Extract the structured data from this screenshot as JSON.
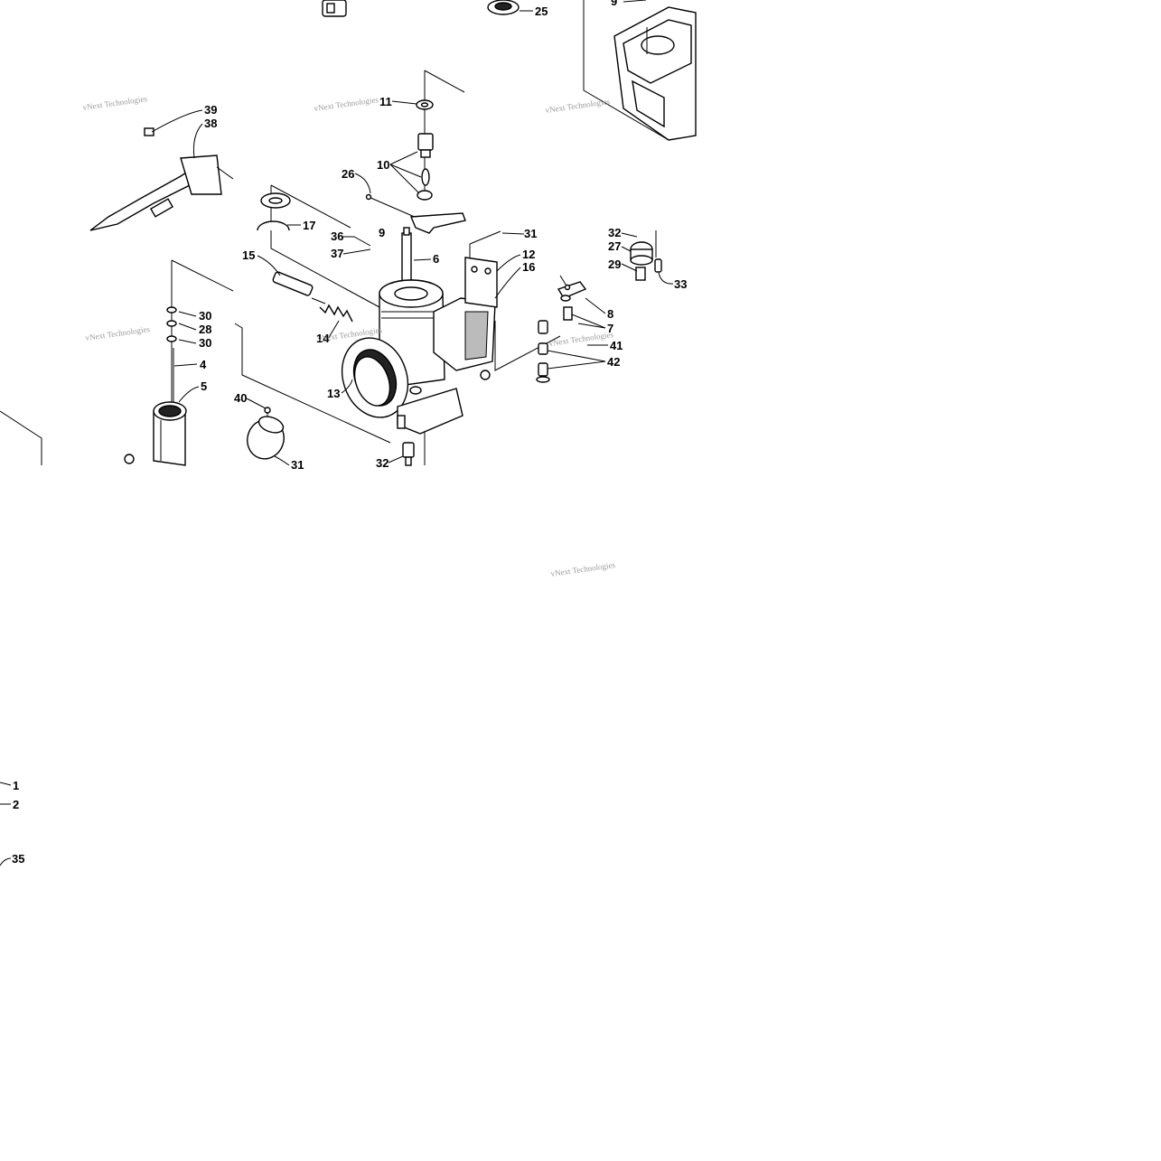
{
  "watermark": "vNext Technologies",
  "callouts": {
    "c1": "1",
    "c2": "2",
    "c4": "4",
    "c5": "5",
    "c6": "6",
    "c7": "7",
    "c8": "8",
    "c9a": "9",
    "c9b": "9",
    "c10": "10",
    "c11": "11",
    "c12": "12",
    "c13": "13",
    "c14": "14",
    "c15": "15",
    "c16": "16",
    "c17": "17",
    "c25": "25",
    "c26": "26",
    "c27": "27",
    "c28": "28",
    "c29": "29",
    "c30a": "30",
    "c30b": "30",
    "c31a": "31",
    "c31b": "31",
    "c32a": "32",
    "c32b": "32",
    "c33": "33",
    "c35": "35",
    "c36": "36",
    "c37": "37",
    "c38": "38",
    "c39": "39",
    "c40": "40",
    "c41": "41",
    "c42": "42"
  }
}
